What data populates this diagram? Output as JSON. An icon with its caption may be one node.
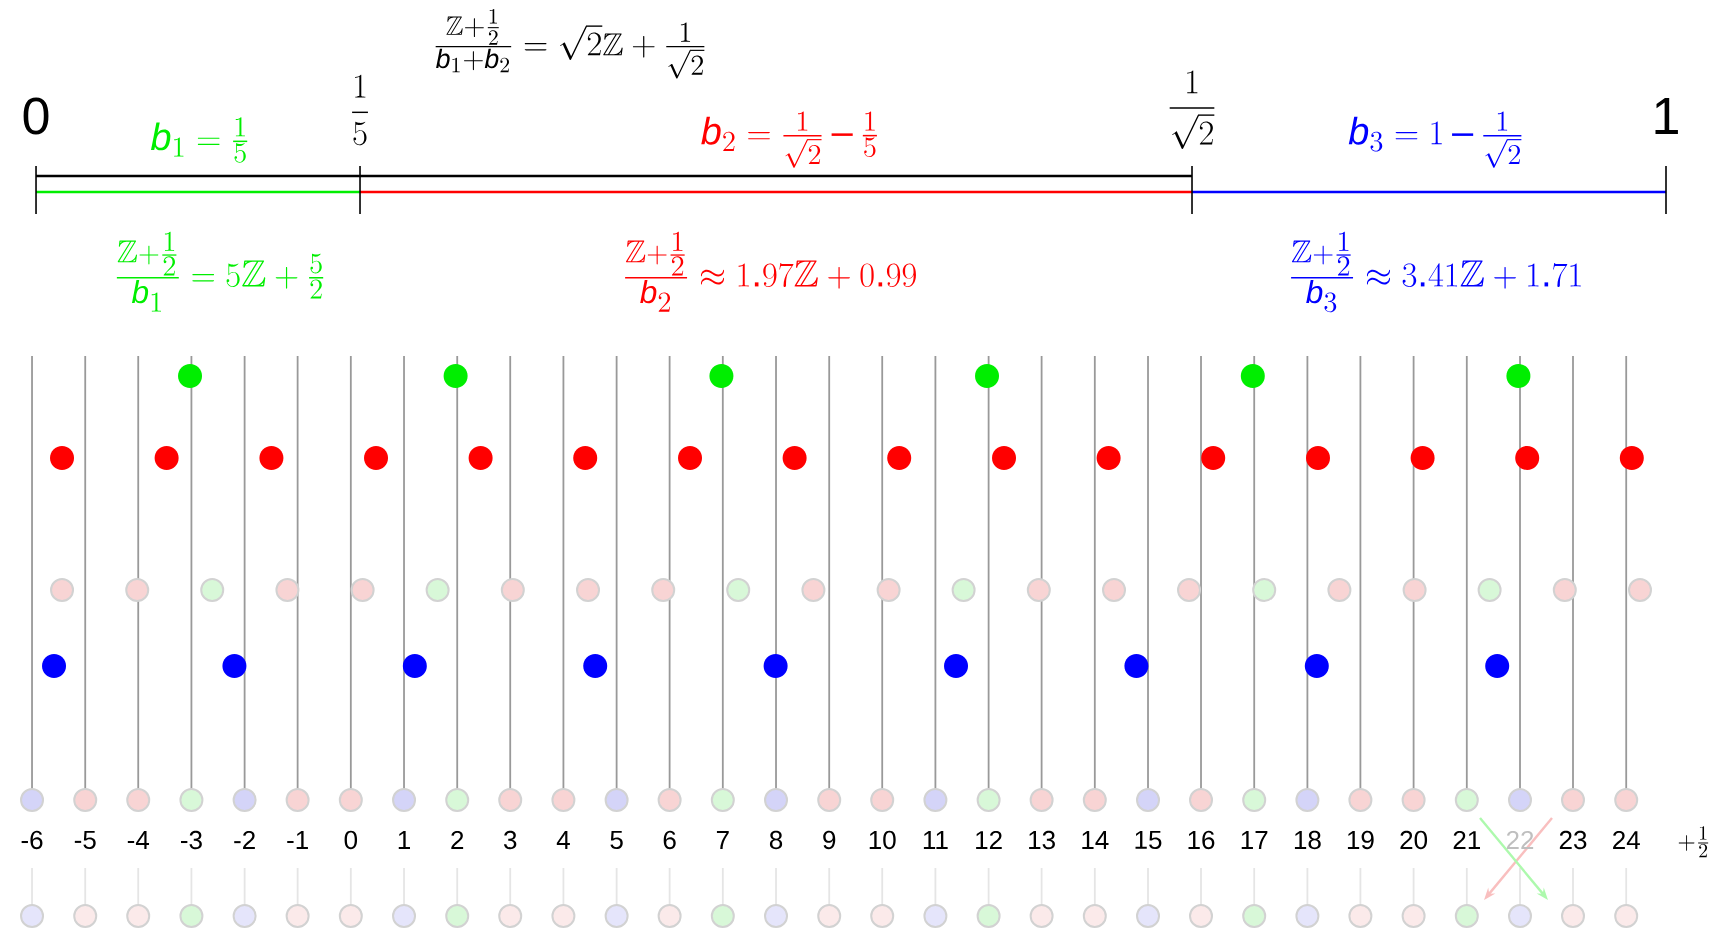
{
  "diagram": {
    "labels": [
      "\\frac{\\mathbb{Z}+\\frac{1}{2}}{b_1+b_2}=\\sqrt{2}\\mathbb{Z}+\\frac{1}{\\sqrt{2}}",
      "0",
      "\\frac{1}{5}",
      "b_1=\\frac{1}{5}",
      "b_2=\\frac{1}{\\sqrt{2}}-\\frac{1}{5}",
      "\\frac{1}{\\sqrt{2}}",
      "b_3=1-\\frac{1}{\\sqrt{2}}",
      "1",
      "\\frac{\\mathbb{Z}+\\frac{1}{2}}{b_1}=5\\mathbb{Z}+\\frac{5}{2}",
      "\\frac{\\mathbb{Z}+\\frac{1}{2}}{b_2}\\approx 1.97\\mathbb{Z}+0.99",
      "\\frac{\\mathbb{Z}+\\frac{1}{2}}{b_3}\\approx 3.41\\mathbb{Z}+1.71",
      "-6",
      "-5",
      "-4",
      "-3",
      "-2",
      "-1",
      "0",
      "1",
      "2",
      "3",
      "4",
      "5",
      "6",
      "7",
      "8",
      "9",
      "10",
      "11",
      "12",
      "13",
      "14",
      "15",
      "16",
      "17",
      "18",
      "19",
      "20",
      "21",
      "22",
      "23",
      "24",
      "+\\frac{1}{2}"
    ]
  }
}
